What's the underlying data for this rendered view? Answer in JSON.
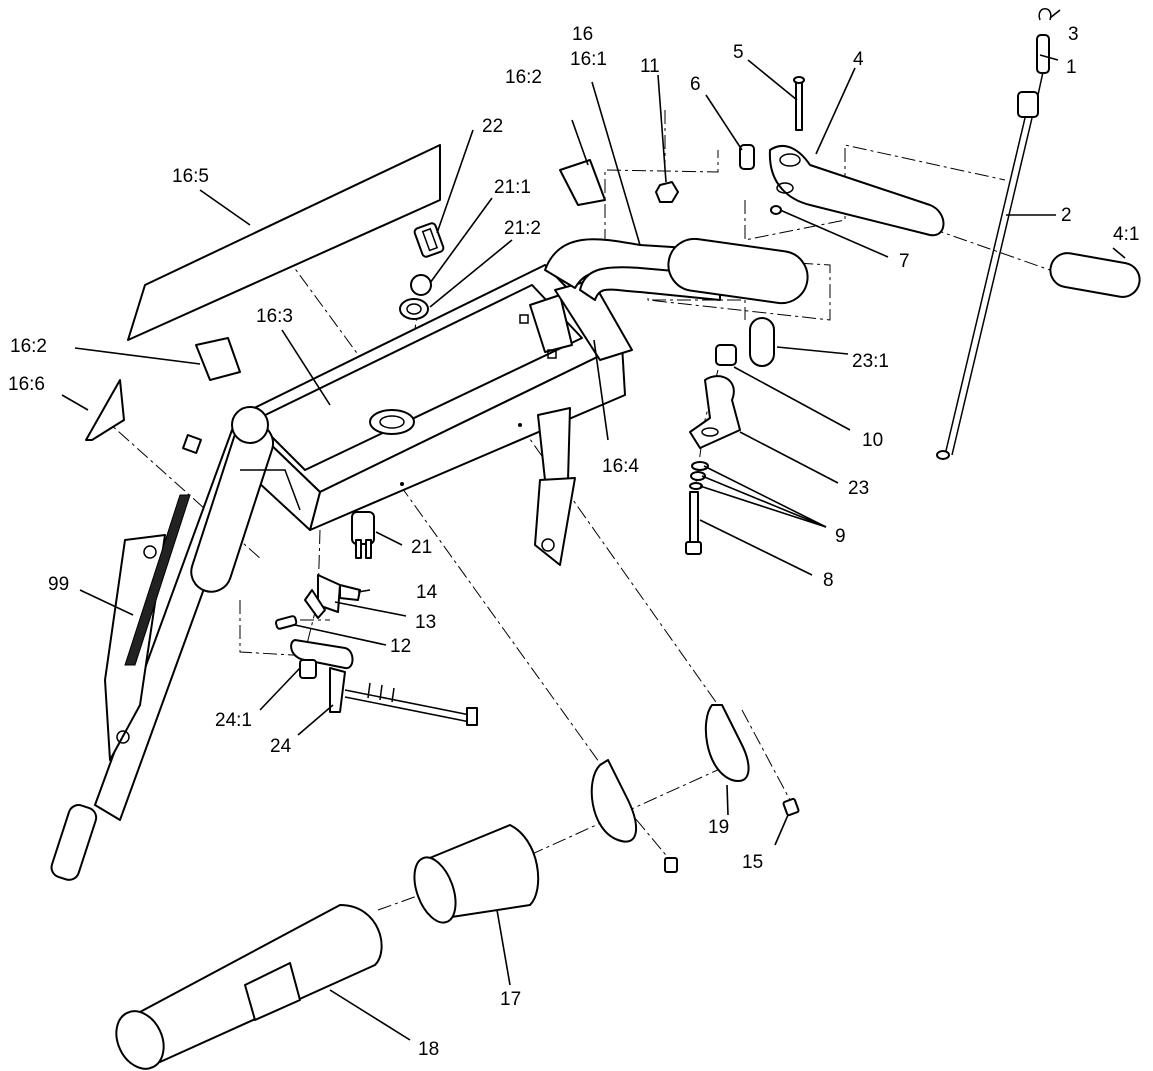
{
  "diagram": {
    "labels": {
      "l1": "1",
      "l2": "2",
      "l3": "3",
      "l4": "4",
      "l4_1": "4:1",
      "l5": "5",
      "l6": "6",
      "l7": "7",
      "l8": "8",
      "l9": "9",
      "l10": "10",
      "l11": "11",
      "l12": "12",
      "l13": "13",
      "l14": "14",
      "l15": "15",
      "l16": "16",
      "l16_1": "16:1",
      "l16_2a": "16:2",
      "l16_2b": "16:2",
      "l16_3": "16:3",
      "l16_4": "16:4",
      "l16_5": "16:5",
      "l16_6": "16:6",
      "l17": "17",
      "l18": "18",
      "l19": "19",
      "l21": "21",
      "l21_1": "21:1",
      "l21_2": "21:2",
      "l22": "22",
      "l23": "23",
      "l23_1": "23:1",
      "l24": "24",
      "l24_1": "24:1",
      "l99": "99"
    }
  }
}
